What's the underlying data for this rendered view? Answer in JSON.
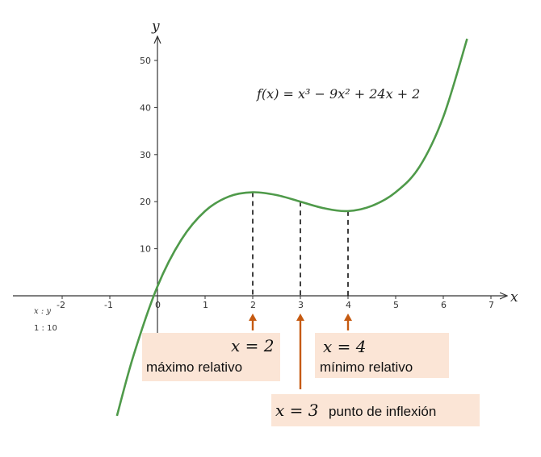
{
  "chart_data": {
    "type": "line",
    "title": "",
    "function_label": "f(x) = x³ − 9x² + 24x + 2",
    "xlabel": "x",
    "ylabel": "y",
    "xlim": [
      -2.6,
      7.5
    ],
    "ylim": [
      -17,
      56
    ],
    "x_ticks": [
      -2,
      -1,
      0,
      1,
      2,
      3,
      4,
      5,
      6,
      7
    ],
    "y_ticks": [
      10,
      20,
      30,
      40,
      50
    ],
    "x_tick_labels": [
      "-2",
      "-1",
      "0",
      "1",
      "2",
      "3",
      "4",
      "5",
      "6",
      "7"
    ],
    "y_tick_labels": [
      "10",
      "20",
      "30",
      "40",
      "50"
    ],
    "grid": false,
    "scale_note_line1": "x : y",
    "scale_note_line2": "1 : 10",
    "series": [
      {
        "color": "#4f9a4a",
        "x": [
          -0.85,
          -0.5,
          0,
          0.5,
          1,
          1.5,
          2,
          2.5,
          3,
          3.5,
          4,
          4.5,
          5,
          5.5,
          6,
          6.5
        ],
        "y": [
          -25.5,
          -12.6,
          2,
          11.9,
          18,
          21.1,
          22,
          21.4,
          20,
          18.6,
          18,
          19.1,
          22,
          27.4,
          38,
          54.6
        ]
      }
    ],
    "critical_points": [
      {
        "x": 2,
        "y": 22
      },
      {
        "x": 3,
        "y": 20
      },
      {
        "x": 4,
        "y": 18
      }
    ],
    "annotations": [
      {
        "x": 2,
        "math": "x = 2",
        "text": "máximo relativo"
      },
      {
        "x": 3,
        "math": "x = 3",
        "text": "punto de inflexión"
      },
      {
        "x": 4,
        "math": "x = 4",
        "text": "mínimo relativo"
      }
    ],
    "colors": {
      "curve": "#4f9a4a",
      "arrow": "#c55a11",
      "label_box": "#fbe5d6",
      "axes": "#333333"
    }
  }
}
